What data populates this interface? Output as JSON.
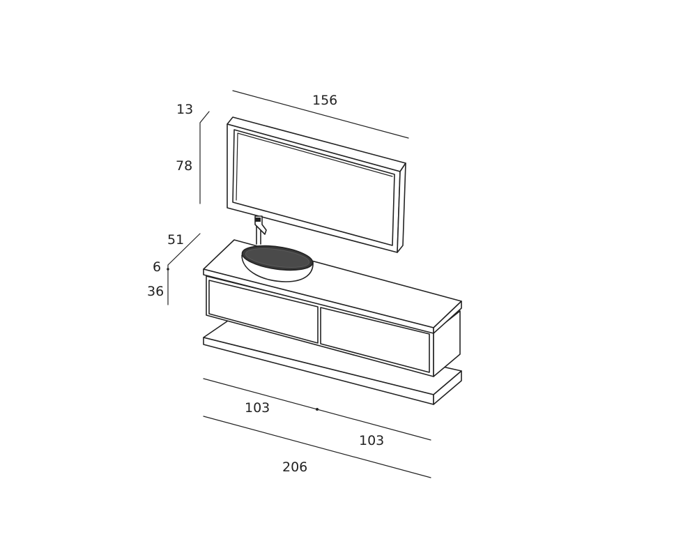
{
  "dimensions": {
    "mirror_width": "156",
    "mirror_frame_depth": "13",
    "mirror_height": "78",
    "vanity_depth": "51",
    "top_thickness": "6",
    "cabinet_height": "36",
    "left_module_width": "103",
    "right_module_width": "103",
    "total_width": "206"
  },
  "colors": {
    "line": "#222222",
    "background": "#ffffff"
  }
}
